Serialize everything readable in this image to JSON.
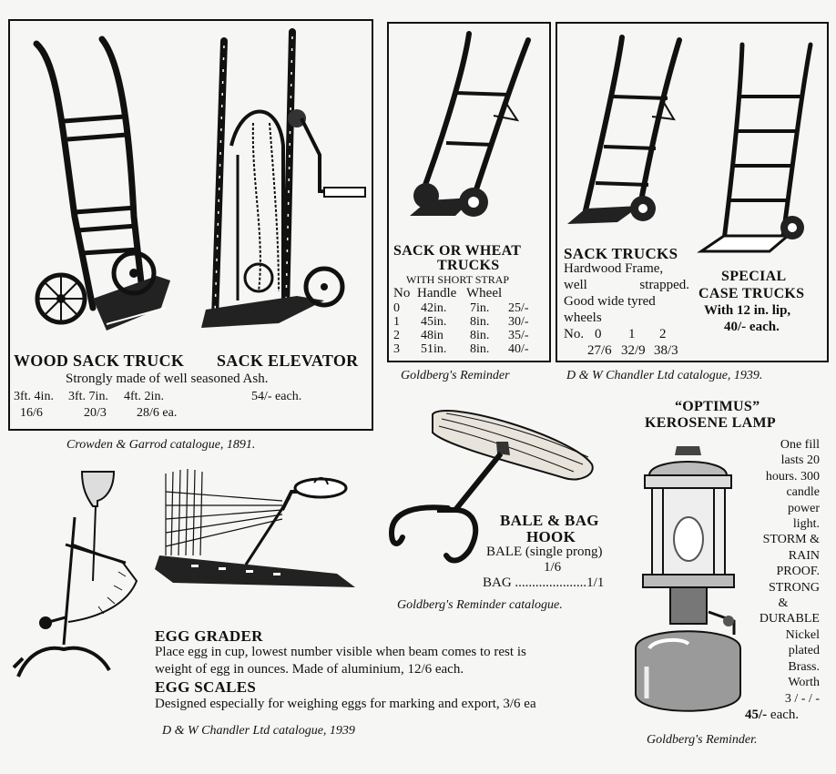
{
  "panel1": {
    "title_left": "WOOD SACK TRUCK",
    "title_right": "SACK ELEVATOR",
    "desc": "Strongly made of well seasoned Ash.",
    "sizes": [
      "3ft. 4in.",
      "3ft. 7in.",
      "4ft. 2in."
    ],
    "prices": [
      "16/6",
      "20/3",
      "28/6 ea."
    ],
    "elevator_price": "54/- each.",
    "caption": "Crowden & Garrod catalogue, 1891."
  },
  "panel2": {
    "title1": "SACK OR WHEAT",
    "title2": "TRUCKS",
    "subtitle": "WITH SHORT STRAP",
    "table_header": [
      "No",
      "Handle",
      "Wheel"
    ],
    "rows": [
      [
        "0",
        "42in.",
        "7in.",
        "25/-"
      ],
      [
        "1",
        "45in.",
        "8in.",
        "30/-"
      ],
      [
        "2",
        "48in",
        "8in.",
        "35/-"
      ],
      [
        "3",
        "51in.",
        "8in.",
        "40/-"
      ]
    ],
    "caption": "Goldberg's Reminder"
  },
  "panel3": {
    "title": "SACK TRUCKS",
    "desc_lines": [
      "Hardwood Frame,",
      "well strapped.",
      "Good wide tyred",
      "wheels"
    ],
    "no_label": "No.",
    "nums": [
      "0",
      "1",
      "2"
    ],
    "prices": [
      "27/6",
      "32/9",
      "38/3"
    ],
    "special_title1": "SPECIAL",
    "special_title2": "CASE TRUCKS",
    "special_desc1": "With 12 in. lip,",
    "special_desc2": "40/- each.",
    "caption": "D & W Chandler Ltd catalogue, 1939."
  },
  "hook": {
    "title1": "BALE & BAG",
    "title2": "HOOK",
    "line1": "BALE (single prong)",
    "line2": "1/6",
    "line3": "BAG .....................1/1",
    "caption": "Goldberg's Reminder catalogue."
  },
  "lamp": {
    "title1": "“OPTIMUS”",
    "title2": "KEROSENE LAMP",
    "desc_lines": [
      "One fill",
      "lasts 20",
      "hours. 300",
      "candle",
      "power",
      "light.",
      "STORM &",
      "RAIN",
      "PROOF.",
      "STRONG",
      "&",
      "DURABLE",
      "Nickel",
      "plated",
      "Brass.",
      "Worth",
      "3 / - / -"
    ],
    "price": "45/-",
    "price_suffix": " each.",
    "caption": "Goldberg's Reminder."
  },
  "egg": {
    "grader_title": "EGG GRADER",
    "grader_desc1": "Place egg in cup, lowest number visible when  beam comes to rest is",
    "grader_desc2": "weight of egg  in ounces. Made of aluminium, 12/6 each.",
    "scales_title": "EGG SCALES",
    "scales_desc": "Designed especially for weighing eggs for marking and export, 3/6 ea",
    "caption": "D & W Chandler Ltd catalogue, 1939"
  }
}
